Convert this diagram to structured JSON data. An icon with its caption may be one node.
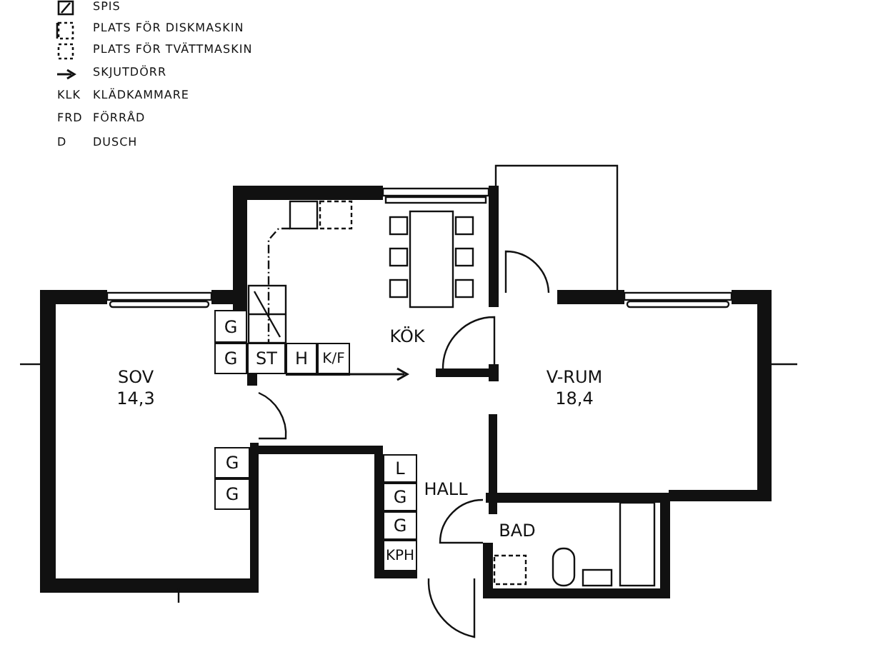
{
  "diagram": {
    "nodes": [
      {
        "text": [
          "SOV",
          "14,3"
        ]
      },
      {
        "text": [
          "KÖK"
        ]
      },
      {
        "text": [
          "V-RUM",
          "18,4"
        ]
      },
      {
        "text": [
          "HALL"
        ]
      },
      {
        "text": [
          "BAD"
        ]
      },
      {
        "text": [
          "G"
        ]
      },
      {
        "text": [
          "G"
        ]
      },
      {
        "text": [
          "ST"
        ]
      },
      {
        "text": [
          "H"
        ]
      },
      {
        "text": [
          "K/F"
        ]
      },
      {
        "text": [
          "G"
        ]
      },
      {
        "text": [
          "G"
        ]
      },
      {
        "text": [
          "L"
        ]
      },
      {
        "text": [
          "G"
        ]
      },
      {
        "text": [
          "G"
        ]
      },
      {
        "text": [
          "KPH"
        ]
      }
    ],
    "labels": [
      "KLK",
      "KLÄDKAMMARE",
      "FRD",
      "FÖRRÅD",
      "D",
      "DUSCH"
    ],
    "legend": [
      {
        "text": "SPIS"
      },
      {
        "text": "PLATS FÖR DISKMASKIN"
      },
      {
        "text": "PLATS FÖR TVÄTTMASKIN"
      },
      {
        "text": "SKJUTDÖRR"
      }
    ]
  }
}
